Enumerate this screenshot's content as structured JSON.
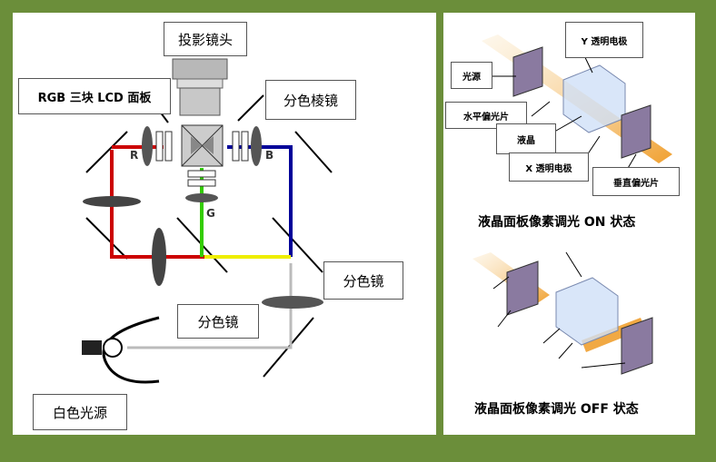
{
  "left": {
    "labels": {
      "lens": "投影镜头",
      "lcd": "RGB 三块 LCD 面板",
      "prism": "分色棱镜",
      "mirror1": "分色镜",
      "mirror2": "分色镜",
      "source": "白色光源"
    },
    "channels": {
      "r": "R",
      "b": "B",
      "g": "G"
    }
  },
  "right": {
    "labels": {
      "y_electrode": "Y 透明电极",
      "light_source": "光源",
      "h_polarizer": "水平偏光片",
      "liquid_crystal": "液晶",
      "x_electrode": "X 透明电极",
      "v_polarizer": "垂直偏光片"
    },
    "caption_on": "液晶面板像素调光 ON 状态",
    "caption_off": "液晶面板像素调光 OFF 状态"
  },
  "colors": {
    "background": "#6b8e3a",
    "red_path": "#cc0000",
    "blue_path": "#000099",
    "green_path": "#33cc00",
    "yellow_path": "#eeee00",
    "beam": "#f0a030"
  }
}
